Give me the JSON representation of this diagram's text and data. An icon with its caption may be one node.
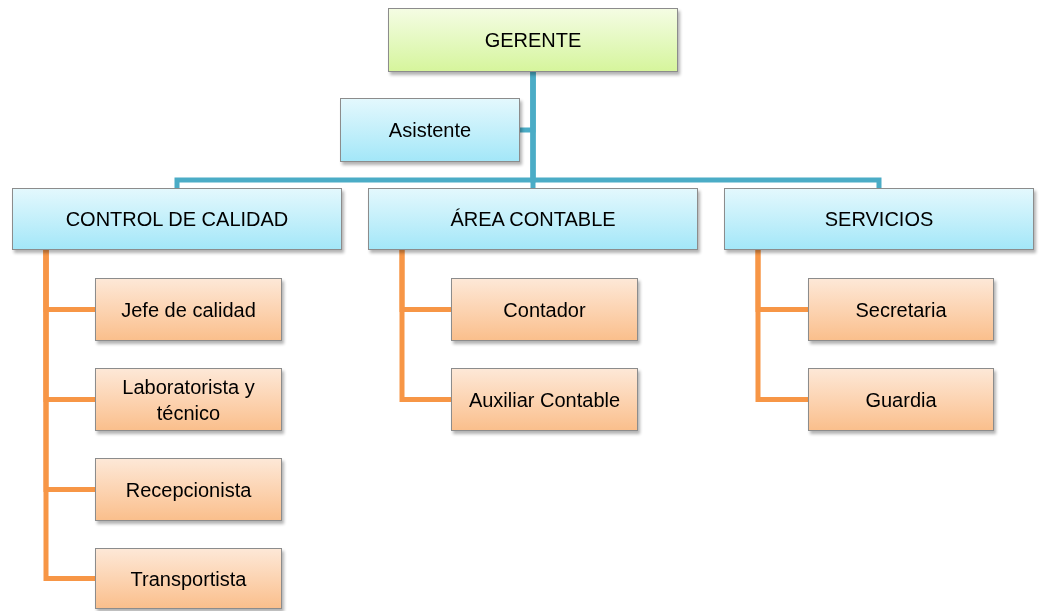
{
  "diagram": {
    "nodes": [
      {
        "text": [
          "GERENTE"
        ]
      },
      {
        "text": [
          "Asistente"
        ]
      },
      {
        "text": [
          "CONTROL DE CALIDAD"
        ]
      },
      {
        "text": [
          "ÁREA CONTABLE"
        ]
      },
      {
        "text": [
          "SERVICIOS"
        ]
      },
      {
        "text": [
          "Jefe de calidad"
        ]
      },
      {
        "text": [
          "Laboratorista y técnico"
        ]
      },
      {
        "text": [
          "Recepcionista"
        ]
      },
      {
        "text": [
          "Transportista"
        ]
      },
      {
        "text": [
          "Contador"
        ]
      },
      {
        "text": [
          "Auxiliar Contable"
        ]
      },
      {
        "text": [
          "Secretaria"
        ]
      },
      {
        "text": [
          "Guardia"
        ]
      }
    ],
    "edges": [
      {
        "from": 0,
        "to": 1,
        "arrow": "none",
        "color": "#4bacc6"
      },
      {
        "from": 0,
        "to": 2,
        "arrow": "none",
        "color": "#4bacc6"
      },
      {
        "from": 0,
        "to": 3,
        "arrow": "none",
        "color": "#4bacc6"
      },
      {
        "from": 0,
        "to": 4,
        "arrow": "none",
        "color": "#4bacc6"
      },
      {
        "from": 2,
        "to": 5,
        "arrow": "none"
      },
      {
        "from": 2,
        "to": 6,
        "arrow": "none"
      },
      {
        "from": 2,
        "to": 7,
        "arrow": "none"
      },
      {
        "from": 2,
        "to": 8,
        "arrow": "none"
      },
      {
        "from": 3,
        "to": 9,
        "arrow": "none"
      },
      {
        "from": 3,
        "to": 10,
        "arrow": "none"
      },
      {
        "from": 4,
        "to": 11,
        "arrow": "none"
      },
      {
        "from": 4,
        "to": 12,
        "arrow": "none"
      }
    ]
  }
}
